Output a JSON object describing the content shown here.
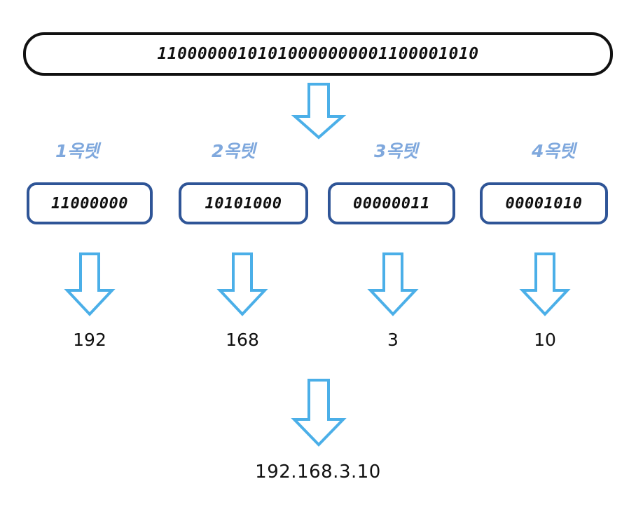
{
  "diagram": {
    "title_binary": "11000000101010000000001100001010",
    "background_color": "#ffffff",
    "accent_arrow_color": "#4BAFE8",
    "octet_border_color": "#2F5597",
    "label_color": "#7FA8DD",
    "text_color": "#111111",
    "top_box": {
      "binary": "11000000101010000000001100001010"
    },
    "octets": [
      {
        "label": "1옥텟",
        "bits": "11000000",
        "decimal": "192"
      },
      {
        "label": "2옥텟",
        "bits": "10101000",
        "decimal": "168"
      },
      {
        "label": "3옥텟",
        "bits": "00000011",
        "decimal": "3"
      },
      {
        "label": "4옥텟",
        "bits": "00001010",
        "decimal": "10"
      }
    ],
    "result": {
      "ip_address": "192.168.3.10"
    },
    "arrows": {
      "split_arrow": "arrow-down-icon",
      "octet_arrows": [
        "arrow-down-icon",
        "arrow-down-icon",
        "arrow-down-icon",
        "arrow-down-icon"
      ],
      "join_arrow": "arrow-down-icon"
    }
  }
}
